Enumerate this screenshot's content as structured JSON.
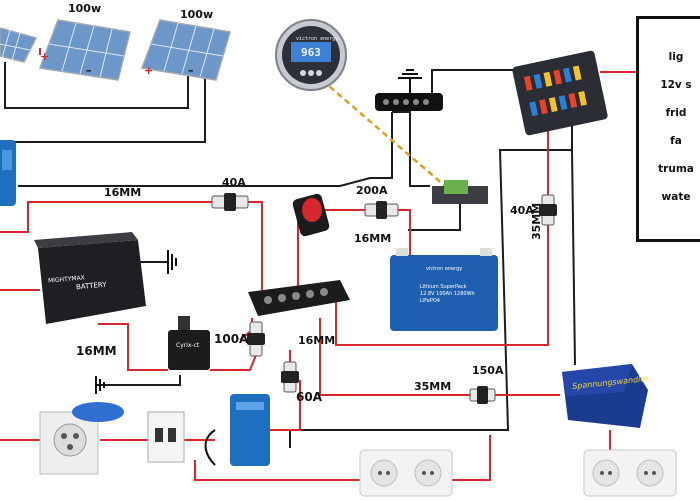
{
  "panels": {
    "left_watts": "100w",
    "right_watts": "100w"
  },
  "polarity": {
    "plus": "+",
    "minus": "–"
  },
  "wire_labels": {
    "w16_top": "16MM",
    "fuse_40a_top": "40A",
    "fuse_200a": "200A",
    "w16_shunt": "16MM",
    "fuse_40a_right": "40A",
    "w35_vertical": "35MM",
    "w16_bottom": "16MM",
    "fuse_100a": "100A",
    "w16_mid": "16MM",
    "w35_bottom": "35MM",
    "fuse_150a": "150A",
    "fuse_60a": "60A"
  },
  "monitor": {
    "reading": "963",
    "brand": "victron energy"
  },
  "lead_battery": {
    "brand": "MIGHTYMAX",
    "word": "BATTERY"
  },
  "lithium_battery": {
    "brand": "victron energy",
    "line1": "Lithium SuperPack",
    "line2": "12.8V 100Ah 1280Wh",
    "line3": "LiFePO4"
  },
  "cyrix": {
    "name": "Cyrix-ct"
  },
  "inverter": {
    "name": "Spannungswandler"
  },
  "loads": {
    "items": [
      "lig",
      "12v s",
      "frid",
      "fa",
      "truma",
      "wate"
    ]
  },
  "colors": {
    "wire_red": "#d7262e",
    "wire_black": "#1c1c1c",
    "dash_orange": "#d9a020",
    "victron_blue": "#1f5fb0"
  }
}
